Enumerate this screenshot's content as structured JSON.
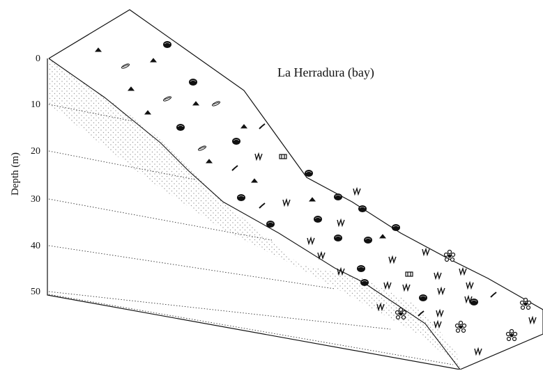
{
  "diagram": {
    "title": "La Herradura (bay)",
    "axis_label": "Depth (m)",
    "depth_ticks": [
      "0",
      "10",
      "20",
      "30",
      "40",
      "50"
    ],
    "colors": {
      "ink": "#111111",
      "stipple": "#9a9a9a",
      "background": "#ffffff"
    },
    "icon_types": [
      "sea-urchin-icon",
      "bivalve-shell-icon",
      "gastropod-icon",
      "worm-tube-icon",
      "seaweed-icon",
      "sea-star-icon",
      "sponge-icon"
    ]
  }
}
